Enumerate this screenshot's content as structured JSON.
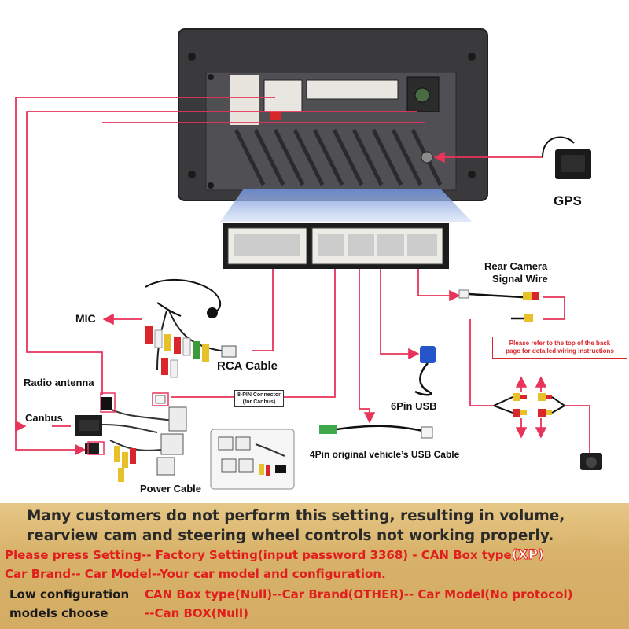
{
  "labels": {
    "gps": "GPS",
    "rear_camera": "Rear Camera",
    "signal_wire": "Signal Wire",
    "mic": "MIC",
    "rca_cable": "RCA Cable",
    "radio_antenna": "Radio antenna",
    "canbus": "Canbus",
    "eight_pin_1": "8-PIN Connector",
    "eight_pin_2": "(for Canbus)",
    "six_pin_usb": "6Pin USB",
    "four_pin_usb": "4Pin original vehicle’s USB Cable",
    "power_cable": "Power Cable",
    "note_line1": "Please refer to the top of the back",
    "note_line2": "page for detailed wiring instructions"
  },
  "banner": {
    "line1": "Many customers do not perform this setting, resulting in volume,",
    "line2": "rearview cam and steering wheel controls not working properly.",
    "line3_a": "Please press Setting-- Factory Setting(input password 3368) - CAN Box type",
    "line3_b": "(XP)",
    "line4": "Car Brand-- Car Model--Your car model and configuration.",
    "low_config_1": "Low configuration",
    "low_config_2": "models choose",
    "choose_1": "CAN Box type(Null)--Car Brand(OTHER)-- Car Model(No protocol)",
    "choose_2": "--Can BOX(Null)"
  },
  "colors": {
    "wire": "#e8335a",
    "red_text": "#e01e1e",
    "banner_bg": "#d8b26a",
    "dark_text": "#2a2a2a"
  }
}
